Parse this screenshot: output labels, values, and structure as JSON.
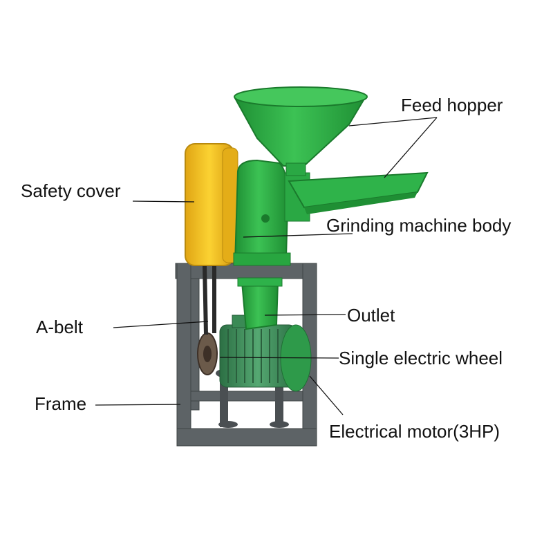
{
  "labels": {
    "feed_hopper": "Feed hopper",
    "safety_cover": "Safety cover",
    "grinding_body": "Grinding machine body",
    "a_belt": "A-belt",
    "outlet": "Outlet",
    "single_wheel": "Single electric wheel",
    "frame": "Frame",
    "motor": "Electrical motor(3HP)"
  },
  "colors": {
    "machine_green": "#2fb34a",
    "cover_yellow": "#f6c21c",
    "frame_gray": "#5d6366",
    "motor_green": "#3e9a5a",
    "leader_line": "#111111"
  }
}
